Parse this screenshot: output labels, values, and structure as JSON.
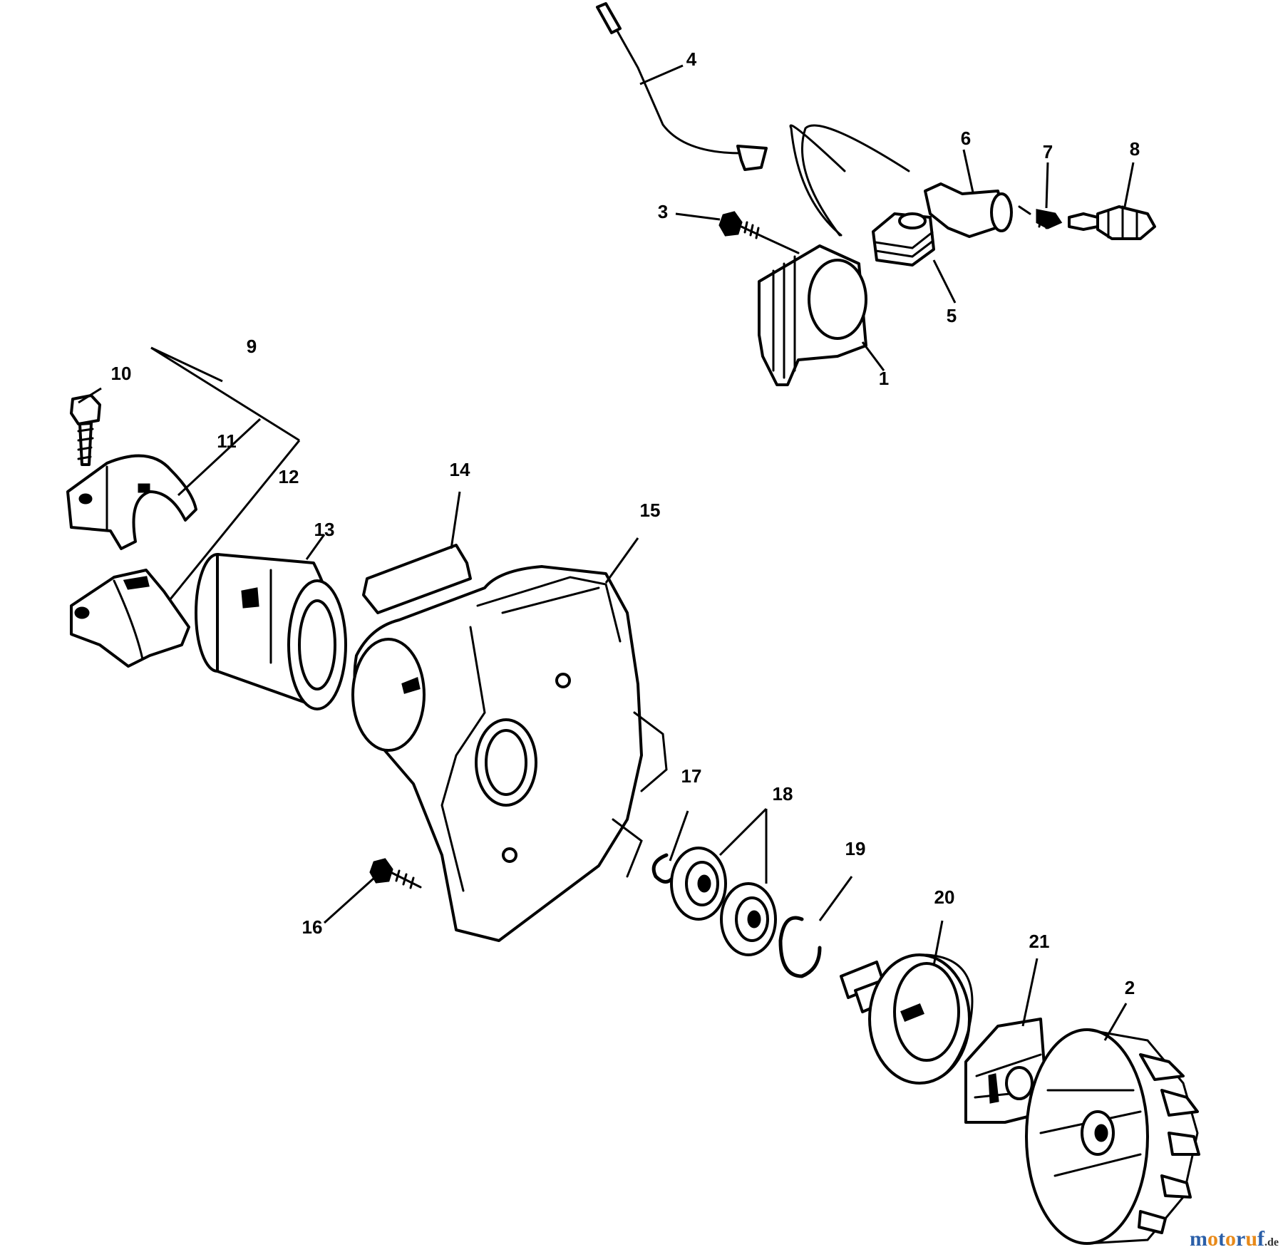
{
  "callouts": {
    "c1": "1",
    "c2": "2",
    "c3": "3",
    "c4": "4",
    "c5": "5",
    "c6": "6",
    "c7": "7",
    "c8": "8",
    "c9": "9",
    "c10": "10",
    "c11": "11",
    "c12": "12",
    "c13": "13",
    "c14": "14",
    "c15": "15",
    "c16": "16",
    "c17": "17",
    "c18": "18",
    "c19": "19",
    "c20": "20",
    "c21": "21"
  },
  "watermark": {
    "brand": "motoruf",
    "tld": ".de"
  },
  "colors": {
    "line": "#000000",
    "background": "#ffffff",
    "watermark_blue": "#2b5fa8",
    "watermark_orange": "#e88a1a"
  }
}
